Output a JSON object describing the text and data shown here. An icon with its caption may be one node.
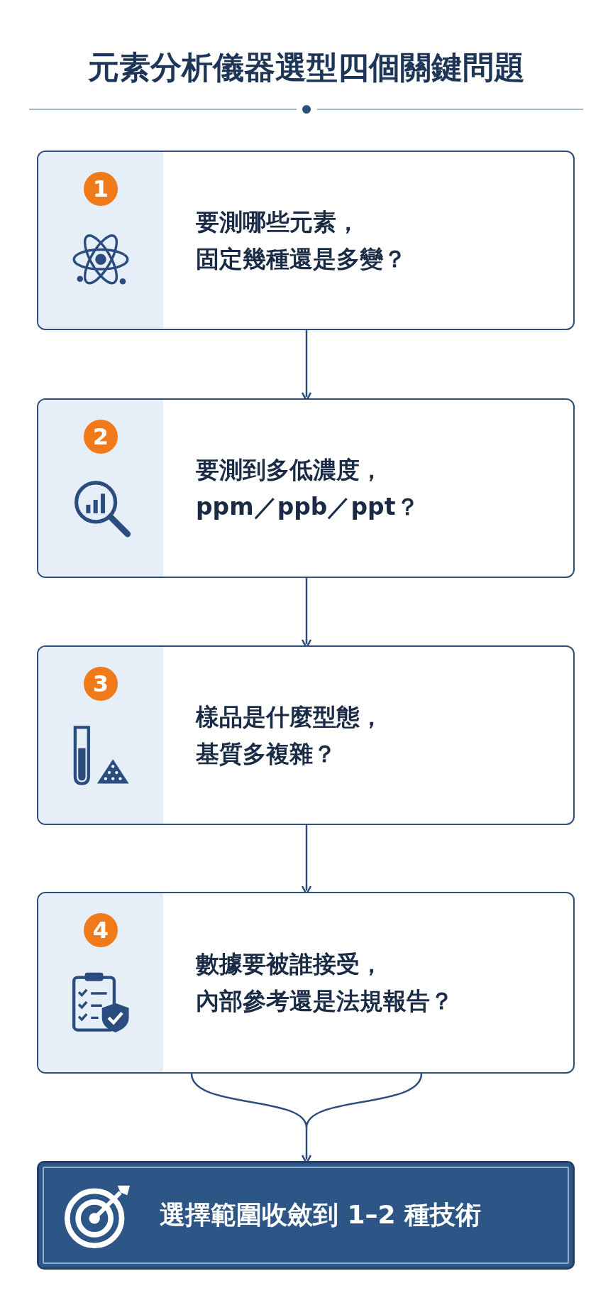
{
  "diagram": {
    "title": "元素分析儀器選型四個關鍵問題",
    "nodes": [
      {
        "text": [
          "1",
          "要測哪些元素，固定幾種還是多變？"
        ]
      },
      {
        "text": [
          "2",
          "要測到多低濃度，ppm／ppb／ppt？"
        ]
      },
      {
        "text": [
          "3",
          "樣品是什麼型態，基質多複雜？"
        ]
      },
      {
        "text": [
          "4",
          "數據要被誰接受，內部參考還是法規報告？"
        ]
      },
      {
        "text": [
          "選擇範圍收斂到 1–2 種技術"
        ]
      }
    ],
    "edges": [
      {
        "from": 0,
        "to": 1,
        "arrow": "to"
      },
      {
        "from": 1,
        "to": 2,
        "arrow": "to"
      },
      {
        "from": 2,
        "to": 3,
        "arrow": "to"
      },
      {
        "from": 3,
        "to": 4,
        "arrow": "to"
      }
    ]
  }
}
